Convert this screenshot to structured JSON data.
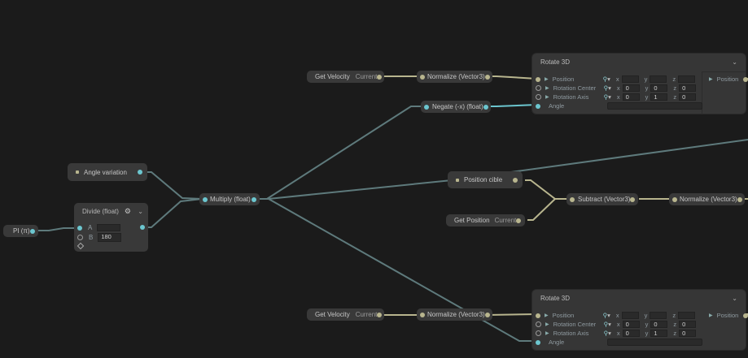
{
  "colors": {
    "background": "#1b1b1b",
    "node": "#393939",
    "float_wire": "#6cc6cf",
    "vector_wire": "#b8b58e",
    "dim_wire": "#5e7a7c"
  },
  "nodes": {
    "pi": {
      "label": "PI (π)"
    },
    "angle_variation": {
      "label": "Angle variation"
    },
    "divide": {
      "title": "Divide (float)",
      "a_label": "A",
      "a_value": "",
      "b_label": "B",
      "b_value": "180"
    },
    "multiply": {
      "label": "Multiply (float)"
    },
    "get_velocity_top": {
      "label": "Get Velocity",
      "mode": "Current"
    },
    "normalize_top": {
      "label": "Normalize (Vector3)"
    },
    "negate": {
      "label": "Negate (-x) (float)"
    },
    "rotate_top": {
      "title": "Rotate 3D",
      "inputs": [
        {
          "label": "Position",
          "x": "",
          "y": "",
          "z": ""
        },
        {
          "label": "Rotation Center",
          "x": "0",
          "y": "0",
          "z": "0"
        },
        {
          "label": "Rotation Axis",
          "x": "0",
          "y": "1",
          "z": "0"
        }
      ],
      "angle_label": "Angle",
      "output_label": "Position",
      "axis_labels": {
        "x": "x",
        "y": "y",
        "z": "z"
      }
    },
    "position_cible": {
      "label": "Position cible"
    },
    "get_position": {
      "label": "Get Position",
      "mode": "Current"
    },
    "subtract": {
      "label": "Subtract (Vector3)"
    },
    "normalize_mid": {
      "label": "Normalize (Vector3)"
    },
    "get_velocity_bottom": {
      "label": "Get Velocity",
      "mode": "Current"
    },
    "normalize_bottom": {
      "label": "Normalize (Vector3)"
    },
    "rotate_bottom": {
      "title": "Rotate 3D",
      "inputs": [
        {
          "label": "Position",
          "x": "",
          "y": "",
          "z": ""
        },
        {
          "label": "Rotation Center",
          "x": "0",
          "y": "0",
          "z": "0"
        },
        {
          "label": "Rotation Axis",
          "x": "0",
          "y": "1",
          "z": "0"
        }
      ],
      "angle_label": "Angle",
      "output_label": "Position",
      "axis_labels": {
        "x": "x",
        "y": "y",
        "z": "z"
      }
    }
  },
  "icons": {
    "space": "⚲",
    "dropdown": "▾",
    "expand": "▶",
    "collapse": "⌄",
    "gear": "⚙"
  }
}
